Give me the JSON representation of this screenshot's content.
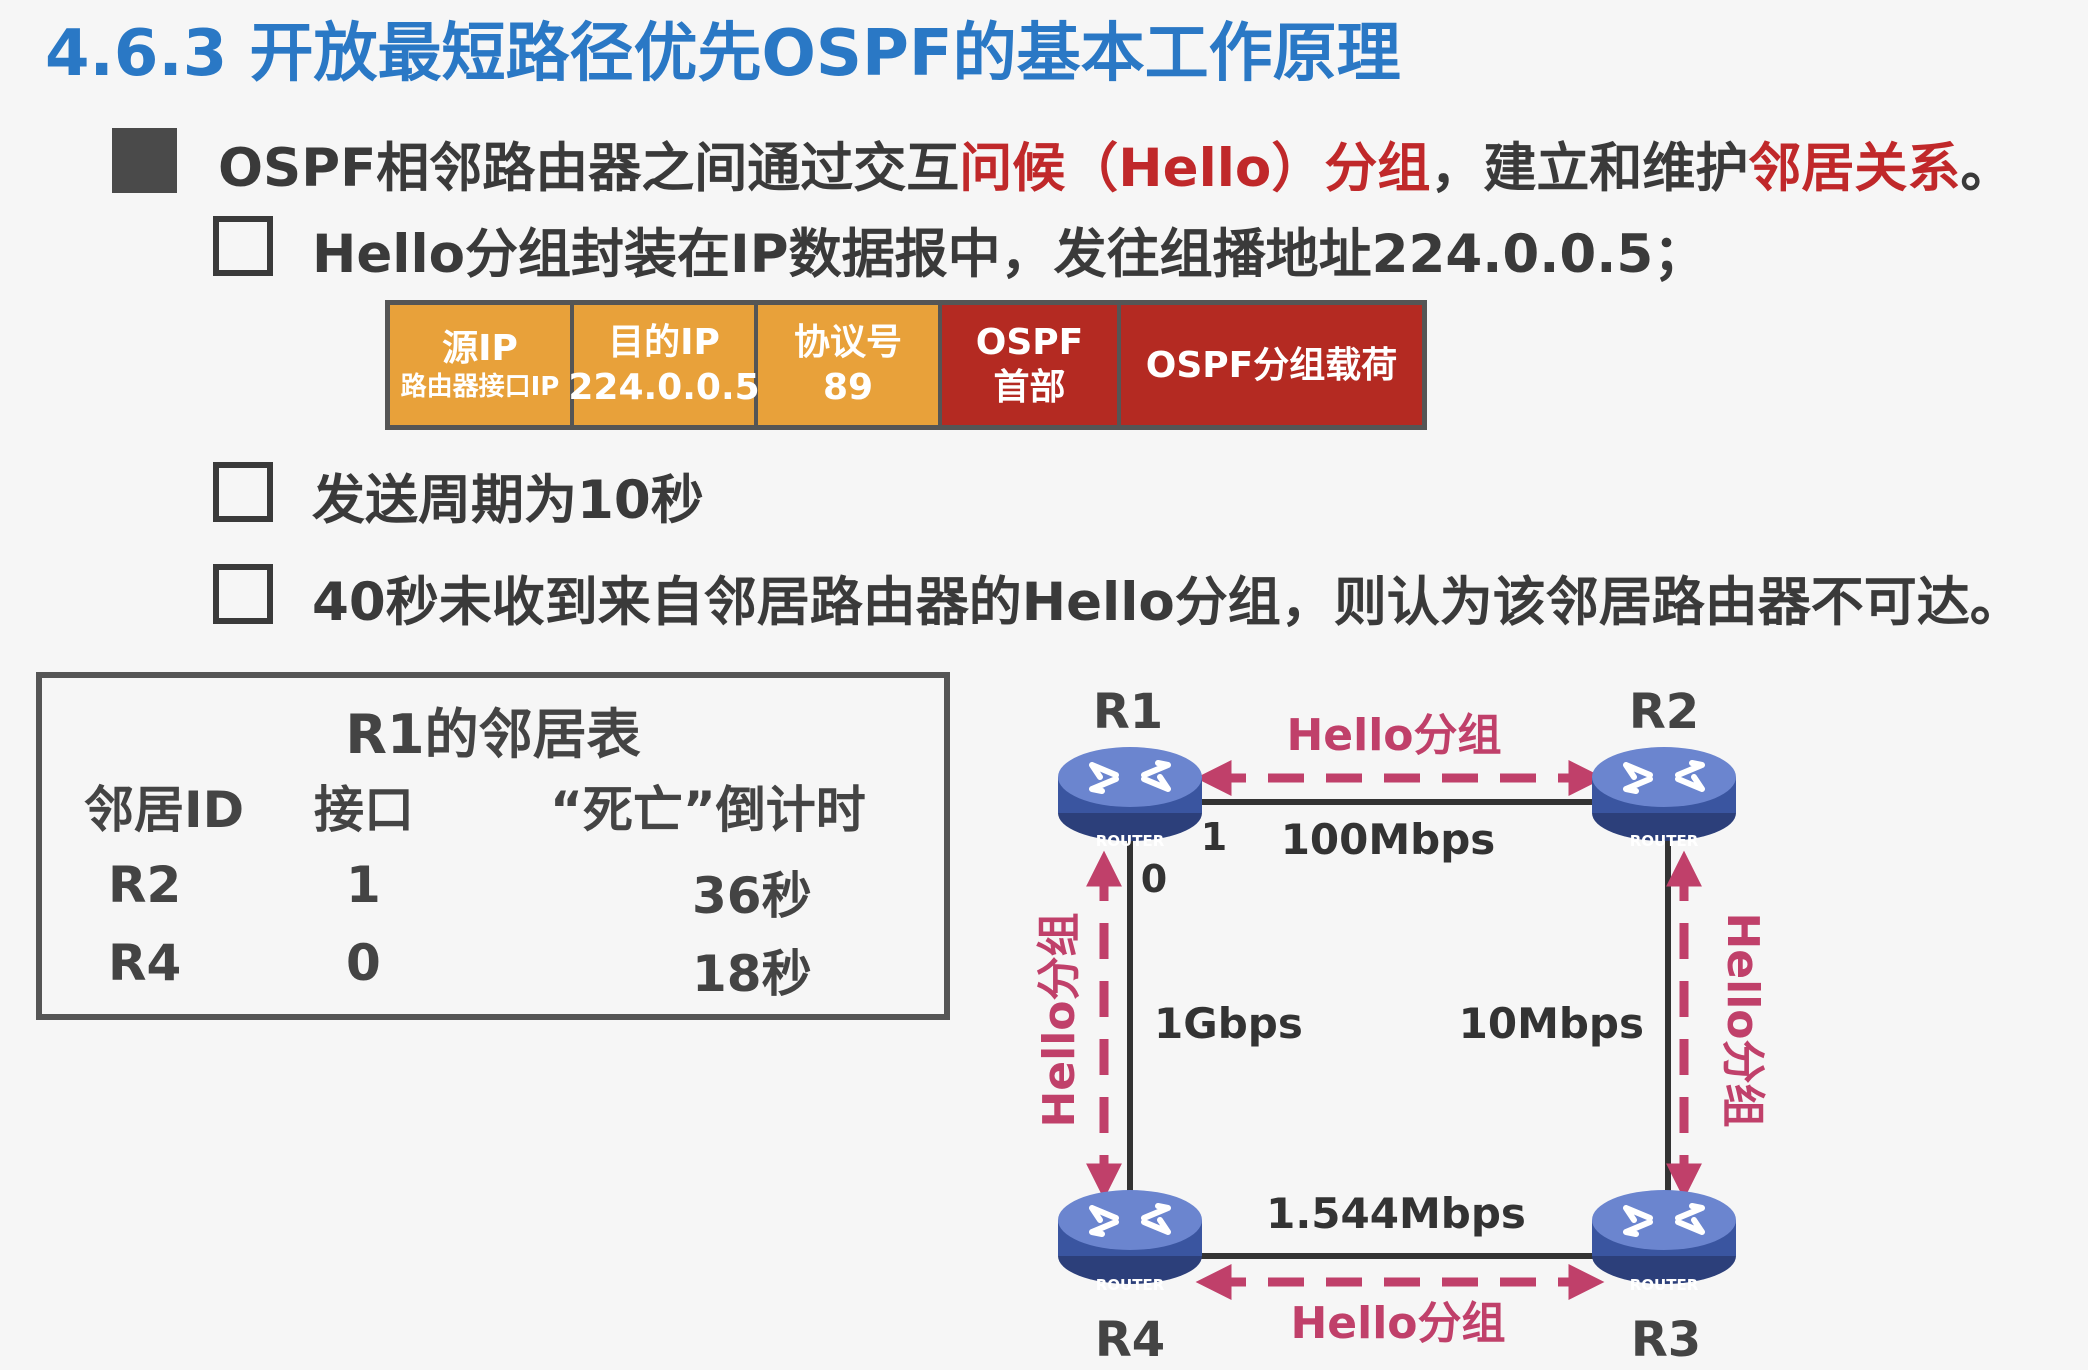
{
  "title": "4.6.3 开放最短路径优先OSPF的基本工作原理",
  "main_point": {
    "part1": "OSPF相邻路由器之间通过交互",
    "part2": "问候（Hello）分组",
    "part3": "，建立和维护",
    "part4": "邻居关系",
    "part5": "。"
  },
  "sub_points": [
    "Hello分组封装在IP数据报中，发往组播地址224.0.0.5；",
    "发送周期为10秒",
    "40秒未收到来自邻居路由器的Hello分组，则认为该邻居路由器不可达。"
  ],
  "packet": {
    "src_label": "源IP",
    "src_value": "路由器接口IP",
    "dst_label": "目的IP",
    "dst_value": "224.0.0.5",
    "proto_label": "协议号",
    "proto_value": "89",
    "ospf_header_1": "OSPF",
    "ospf_header_2": "首部",
    "payload": "OSPF分组载荷",
    "colors": {
      "ip_fields": "#e8a13a",
      "ospf_fields": "#b42a22"
    }
  },
  "neighbor_table": {
    "title": "R1的邻居表",
    "headers": [
      "邻居ID",
      "接口",
      "“死亡”倒计时"
    ],
    "rows": [
      {
        "id": "R2",
        "iface": "1",
        "timer": "36秒"
      },
      {
        "id": "R4",
        "iface": "0",
        "timer": "18秒"
      }
    ]
  },
  "topology": {
    "routers": [
      "R1",
      "R2",
      "R3",
      "R4"
    ],
    "router_label": "ROUTER",
    "hello_label": "Hello分组",
    "links": {
      "r1_r2": "100Mbps",
      "r1_r4": "1Gbps",
      "r2_r3": "10Mbps",
      "r4_r3": "1.544Mbps"
    },
    "r1_interfaces": {
      "to_r2": "1",
      "to_r4": "0"
    },
    "hello_color": "#c0406a"
  }
}
